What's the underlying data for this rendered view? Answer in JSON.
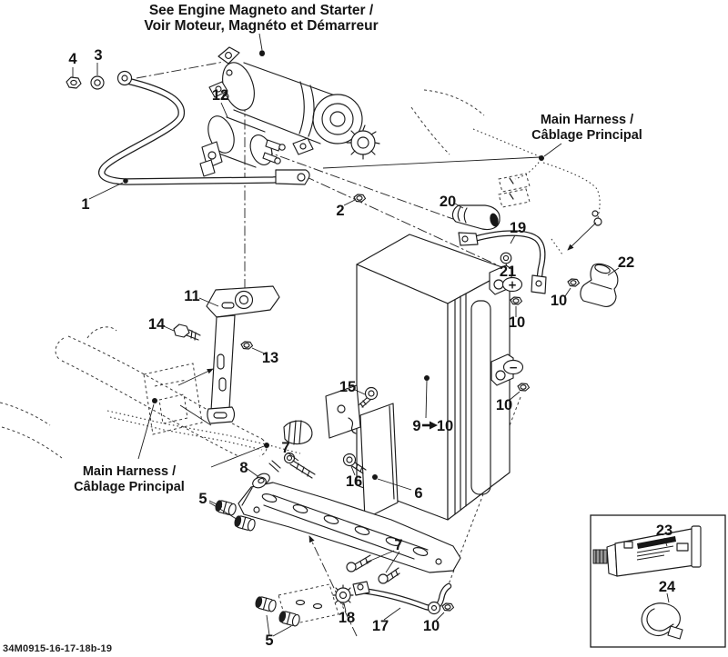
{
  "diagram": {
    "title_line1": "See Engine Magneto and Starter /",
    "title_line2": "Voir Moteur, Magnéto et Démarreur",
    "harness_label_line1": "Main Harness /",
    "harness_label_line2": "Câblage Principal",
    "footer_code": "34M0915-16-17-18b-19",
    "battery_positive": "+",
    "battery_negative": "−",
    "ink_color": "#1c1c1c",
    "background_color": "#ffffff"
  },
  "parts": {
    "p1": "1",
    "p2": "2",
    "p3": "3",
    "p4": "4",
    "p5": "5",
    "p6": "6",
    "p7": "7",
    "p8": "8",
    "p9": "9",
    "p10": "10",
    "p11": "11",
    "p12": "12",
    "p13": "13",
    "p14": "14",
    "p15": "15",
    "p16": "16",
    "p17": "17",
    "p18": "18",
    "p19": "19",
    "p20": "20",
    "p21": "21",
    "p22": "22",
    "p23": "23",
    "p24": "24"
  }
}
